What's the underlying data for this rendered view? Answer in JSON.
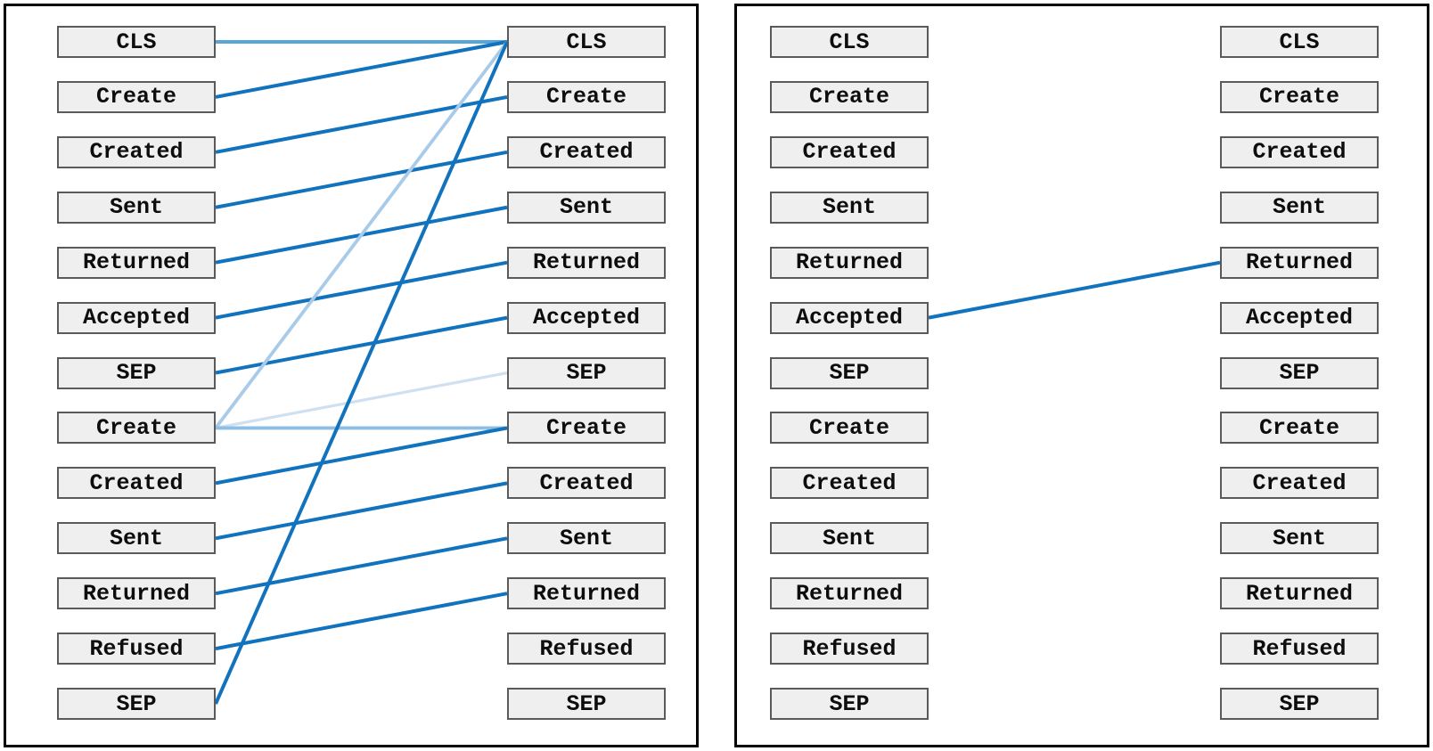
{
  "tokens": [
    "CLS",
    "Create",
    "Created",
    "Sent",
    "Returned",
    "Accepted",
    "SEP",
    "Create",
    "Created",
    "Sent",
    "Returned",
    "Refused",
    "SEP"
  ],
  "panels": [
    {
      "name": "attention-panel-left",
      "edges": [
        {
          "from": 0,
          "to": 0,
          "strength": "medium"
        },
        {
          "from": 1,
          "to": 0,
          "strength": "strong"
        },
        {
          "from": 2,
          "to": 1,
          "strength": "strong"
        },
        {
          "from": 3,
          "to": 2,
          "strength": "strong"
        },
        {
          "from": 4,
          "to": 3,
          "strength": "strong"
        },
        {
          "from": 5,
          "to": 4,
          "strength": "strong"
        },
        {
          "from": 6,
          "to": 5,
          "strength": "strong"
        },
        {
          "from": 7,
          "to": 0,
          "strength": "light"
        },
        {
          "from": 7,
          "to": 6,
          "strength": "faint"
        },
        {
          "from": 7,
          "to": 7,
          "strength": "soft"
        },
        {
          "from": 8,
          "to": 7,
          "strength": "strong"
        },
        {
          "from": 9,
          "to": 8,
          "strength": "strong"
        },
        {
          "from": 10,
          "to": 9,
          "strength": "strong"
        },
        {
          "from": 11,
          "to": 10,
          "strength": "strong"
        },
        {
          "from": 12,
          "to": 0,
          "strength": "strong"
        }
      ]
    },
    {
      "name": "attention-panel-right",
      "edges": [
        {
          "from": 5,
          "to": 4,
          "strength": "strong"
        }
      ]
    }
  ],
  "colors": {
    "strong": "#1172bd",
    "medium": "#58a5d9",
    "soft": "#8fbee5",
    "light": "#a8cbe9",
    "faint": "#cfe0f1",
    "box_fill": "#efefef",
    "box_border": "#5a5a5a",
    "panel_border": "#000000"
  }
}
